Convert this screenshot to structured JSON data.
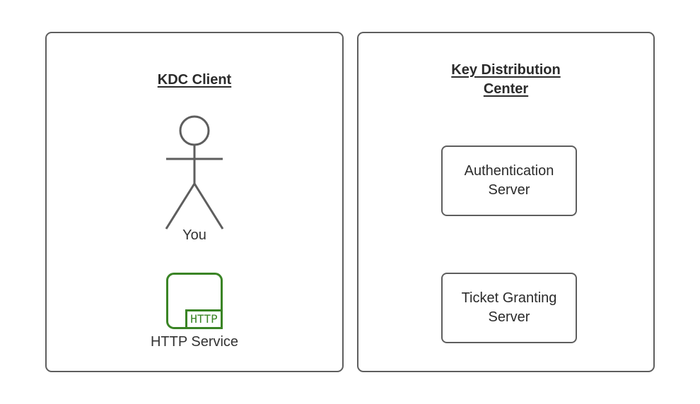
{
  "diagram": {
    "type": "kerberos-architecture-diagram",
    "background": "#ffffff",
    "colors": {
      "border_gray": "#5e5e5e",
      "text_dark": "#2b2b2b",
      "text_body": "#333333",
      "http_green": "#3a8425"
    },
    "panels": [
      {
        "id": "kdc-client",
        "title": "KDC Client",
        "title_lines": [
          "KDC Client"
        ],
        "title_bold": true,
        "title_underlined": true,
        "nodes": [
          {
            "id": "you",
            "kind": "actor",
            "icon": "stick-figure-icon",
            "label": "You"
          },
          {
            "id": "http-service",
            "kind": "service",
            "icon": "http-service-icon",
            "badge_text": "HTTP",
            "label": "HTTP Service",
            "color": "#3a8425"
          }
        ]
      },
      {
        "id": "key-distribution-center",
        "title": "Key Distribution Center",
        "title_lines": [
          "Key Distribution",
          "Center"
        ],
        "title_bold": true,
        "title_underlined": true,
        "nodes": [
          {
            "id": "authentication-server",
            "kind": "box",
            "label": "Authentication Server",
            "label_lines": [
              "Authentication",
              "Server"
            ]
          },
          {
            "id": "ticket-granting-server",
            "kind": "box",
            "label": "Ticket Granting Server",
            "label_lines": [
              "Ticket Granting",
              "Server"
            ]
          }
        ]
      }
    ]
  }
}
